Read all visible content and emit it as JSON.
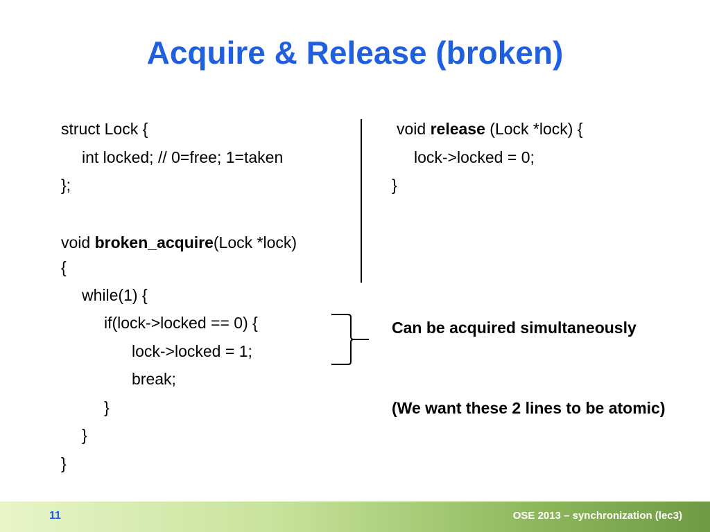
{
  "slide": {
    "title": "Acquire & Release (broken)",
    "left_code": [
      {
        "pre": "struct Lock {",
        "bold": "",
        "post": ""
      },
      {
        "pre": "int locked; // 0=free; 1=taken",
        "bold": "",
        "post": ""
      },
      {
        "pre": "};",
        "bold": "",
        "post": ""
      },
      {
        "pre": "void ",
        "bold": "broken_acquire",
        "post": "(Lock *lock)"
      },
      {
        "pre": "{",
        "bold": "",
        "post": ""
      },
      {
        "pre": "while(1) {",
        "bold": "",
        "post": ""
      },
      {
        "pre": "if(lock->locked == 0) {",
        "bold": "",
        "post": ""
      },
      {
        "pre": "lock->locked = 1;",
        "bold": "",
        "post": ""
      },
      {
        "pre": "break;",
        "bold": "",
        "post": ""
      },
      {
        "pre": "}",
        "bold": "",
        "post": ""
      },
      {
        "pre": "}",
        "bold": "",
        "post": ""
      },
      {
        "pre": "}",
        "bold": "",
        "post": ""
      }
    ],
    "right_code": [
      {
        "pre": "void ",
        "bold": "release",
        "post": " (Lock *lock) {"
      },
      {
        "pre": "lock->locked = 0;",
        "bold": "",
        "post": ""
      },
      {
        "pre": "}",
        "bold": "",
        "post": ""
      }
    ],
    "note_1": "Can be acquired simultaneously",
    "note_2": "(We want these 2 lines to be atomic)"
  },
  "footer": {
    "page_number": "11",
    "text": "OSE 2013 – synchronization (lec3)"
  }
}
